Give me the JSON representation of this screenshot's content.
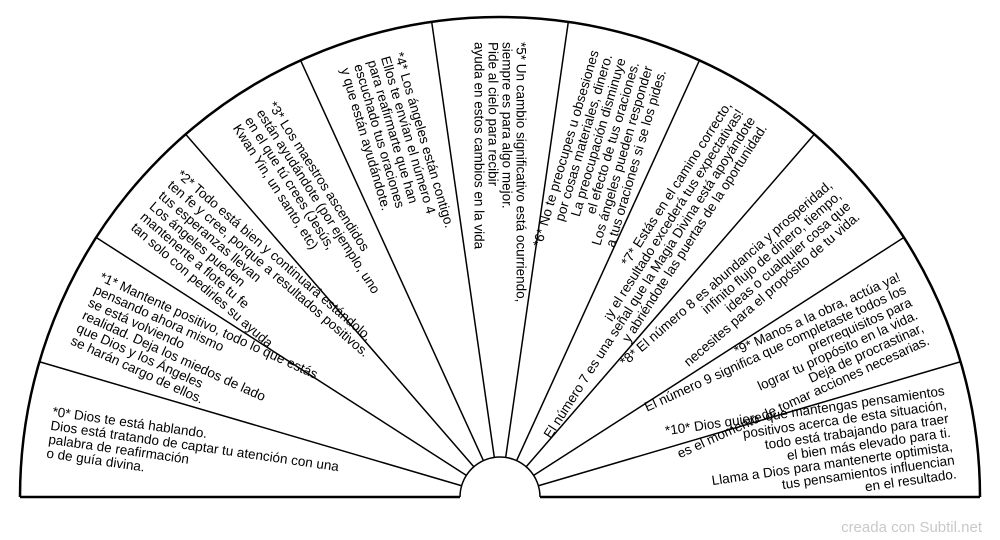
{
  "chart_data": {
    "type": "pendulum-chart",
    "sectors": [
      {
        "lines": [
          "*0* Dios te está hablando.",
          "Dios está tratando de captar tu atención con una",
          "palabra de reafirmación",
          "o de guía divina."
        ]
      },
      {
        "lines": [
          "*1* Mantente positivo, todo lo que estás",
          "pensando ahora mismo",
          "se está volviendo",
          "realidad. Deja los miedos de lado",
          "que Dios y los Ángeles",
          "se harán cargo de ellos."
        ]
      },
      {
        "lines": [
          "*2* Todo está bien y continuará estándolo,",
          "ten fe y cree, porque a resultados positivos.",
          "tus esperanzas llevan",
          "Los ángeles pueden",
          "mantenerte a flote tu fe",
          "tan solo con pedirles su ayuda."
        ]
      },
      {
        "lines": [
          "*3* Los maestros ascendidos",
          "están ayudándote (por ejemplo, uno",
          "en el que tú crees (Jesús,",
          "Kwan Yin, un santo, etc)"
        ]
      },
      {
        "lines": [
          "*4* Los ángeles están contigo.",
          "Ellos te envían el número 4",
          "para reafirmarte que han",
          "escuchado tus oraciones",
          "y que están ayudándote."
        ]
      },
      {
        "lines": [
          "*5* Un cambio significativo está ocurriendo,",
          "siempre es para algo mejor.",
          "Pide al cielo para recibir",
          "ayuda en estos cambios en la vida"
        ]
      },
      {
        "lines": [
          "*6* No te preocupes u obsesiones",
          "por cosas materiales, dinero.",
          "La preocupación disminuye",
          "el efecto de tus oraciones.",
          "Los ángeles pueden responder",
          "a tus oraciones si se los pides."
        ]
      },
      {
        "lines": [
          "*7* Estás en el camino correcto,",
          "¡y el resultado excederá tus expectativas!",
          "El número 7 es una señal que la Magia Divina está apoyándote",
          "y abriéndote las puertas de la oportunidad."
        ]
      },
      {
        "lines": [
          "*8* El número 8 es abundancia y prosperidad,",
          "infinito flujo de dinero, tiempo,",
          "ideas o cualquier cosa que",
          "necesites para el propósito de tu vida."
        ]
      },
      {
        "lines": [
          "*9* Manos a la obra, actúa ya!",
          "El número 9 significa que completaste todos los",
          "prerrequisitos para",
          "lograr tu propósito en la vida.",
          "Deja de procrastinar,",
          "es el momento de tomar acciones necesarias."
        ]
      },
      {
        "lines": [
          "*10* Dios quiere que mantengas pensamientos",
          "positivos  acerca de esta situación,",
          "todo está trabajando para traer",
          "el bien más elevado para ti.",
          "Llama a Dios para mantenerte optimista,",
          "tus pensamientos influencian",
          "en el resultado."
        ]
      }
    ]
  },
  "footer": {
    "credit": "creada con Subtil.net"
  }
}
